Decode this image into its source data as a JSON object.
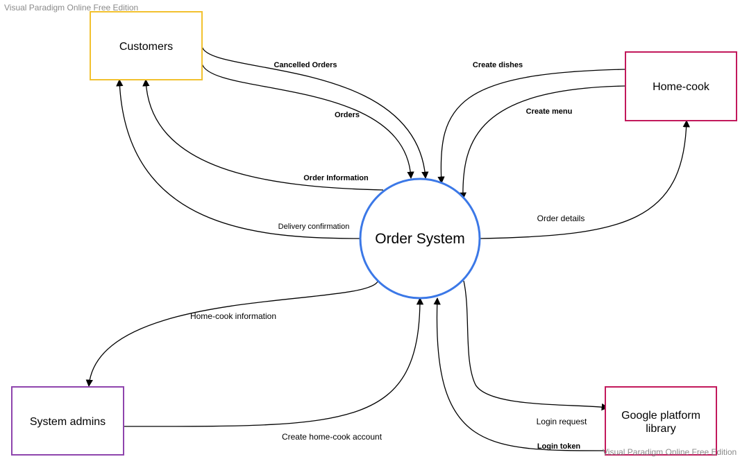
{
  "watermark": "Visual Paradigm Online Free Edition",
  "process": {
    "label": "Order System",
    "stroke": "#3b78e7"
  },
  "entities": {
    "customers": {
      "label": "Customers",
      "stroke": "#f2c12e"
    },
    "home_cook": {
      "label": "Home-cook",
      "stroke": "#c2185b"
    },
    "system_admins": {
      "label": "System admins",
      "stroke": "#8e44ad"
    },
    "google": {
      "label_line1": "Google platform",
      "label_line2": "library",
      "stroke": "#c2185b"
    }
  },
  "flows": {
    "cancelled_orders": "Cancelled Orders",
    "orders": "Orders",
    "order_information": "Order Information",
    "delivery_confirmation": "Delivery confirmation",
    "create_dishes": "Create dishes",
    "create_menu": "Create menu",
    "order_details": "Order details",
    "home_cook_information": "Home-cook information",
    "create_home_cook_account": "Create home-cook account",
    "login_request": "Login request",
    "login_token": "Login token"
  }
}
